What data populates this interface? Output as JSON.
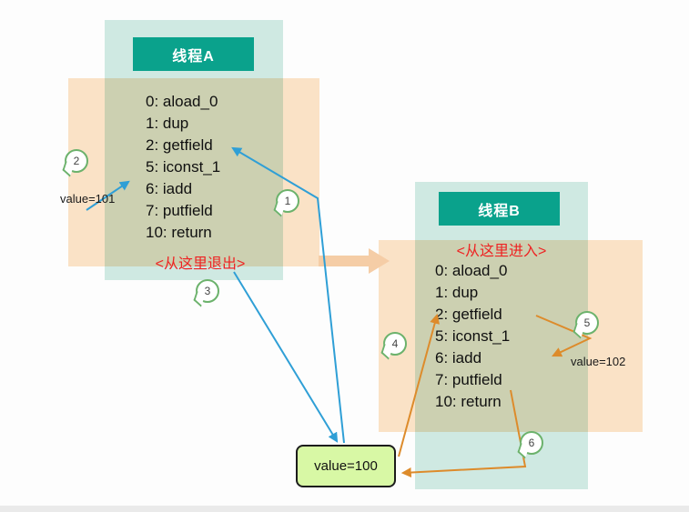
{
  "colors": {
    "teal": "#0aa28c",
    "panel-teal": "#cfe9e2",
    "band-peach": "#fce4c8",
    "arrow-peach": "#f5cda6",
    "blue": "#2f9fd6",
    "orange": "#dd8b2b",
    "red": "#ee2222",
    "value-box-bg": "#d8f8a5",
    "marker-green": "#6cb26c"
  },
  "thread_a": {
    "title": "线程A",
    "exit_label": "<从这里退出>",
    "instructions": [
      "0: aload_0",
      "1: dup",
      "2: getfield",
      "5: iconst_1",
      "6: iadd",
      "7: putfield",
      "10: return"
    ]
  },
  "thread_b": {
    "title": "线程B",
    "enter_label": "<从这里进入>",
    "instructions": [
      "0: aload_0",
      "1: dup",
      "2: getfield",
      "5: iconst_1",
      "6: iadd",
      "7: putfield",
      "10: return"
    ]
  },
  "value_box": {
    "label": "value=100"
  },
  "labels": {
    "value_a": "value=101",
    "value_b": "value=102"
  },
  "markers": [
    "1",
    "2",
    "3",
    "4",
    "5",
    "6"
  ]
}
